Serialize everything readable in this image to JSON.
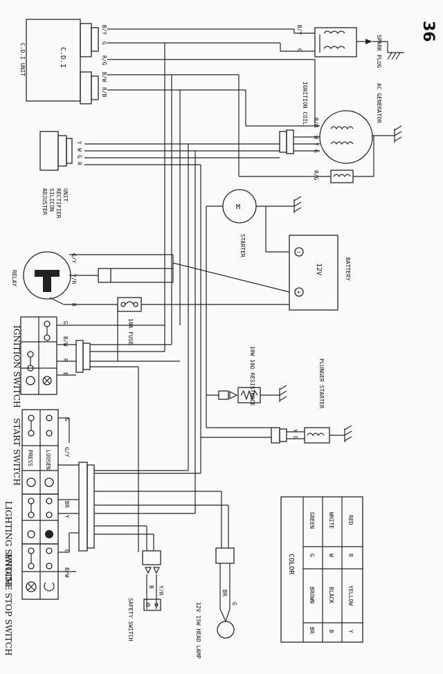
{
  "page_number": "36",
  "components": {
    "cdi_unit": "C.D.I UNIT",
    "cdi": "C.D.I",
    "ignition_coil": "IGNITION COIL",
    "spark_plug": "SPARK PLUG",
    "ac_generator": "AC GENERATOR",
    "adjuster": [
      "ADJUSTER",
      "SILICON",
      "RECTIFIER",
      "UNIT"
    ],
    "starter": "STARTER",
    "motor": "M",
    "battery": "BATTERY",
    "battery_voltage": "12V",
    "relay": "RELAY",
    "fuse": "10A FUSE",
    "resistance": "10W 10Ω RESISTANCE",
    "plunger_starter": "PLUNGER STARTER",
    "ignition_switch": "IGNITION SWITCH",
    "start_switch": "START SWITCH",
    "lighting_switch": "LIGHTING SWITCH",
    "engine_stop_switch": "ENGINE STOP SWITCH",
    "safety_switch": "SAFETY SWITCH",
    "head_lamp": "12V 15W HEAD LAMP",
    "press": "PRESS",
    "loosen": "LOOSEN",
    "plus": "+",
    "minus": "−"
  },
  "wire_labels": {
    "by": "B/Y",
    "g": "G",
    "rg": "R/G",
    "bw": "B/W",
    "rb": "R/B",
    "w": "W",
    "r": "R",
    "gy": "G/Y",
    "yr": "Y/R",
    "br": "BR",
    "y": "Y",
    "b": "B"
  },
  "color_table": {
    "title": "COLOR",
    "rows": [
      [
        "BR",
        "BROWN",
        "G",
        "GREEN"
      ],
      [
        "B",
        "BLACK",
        "W",
        "WHITE"
      ],
      [
        "Y",
        "YELLOW",
        "R",
        "RED"
      ]
    ]
  }
}
